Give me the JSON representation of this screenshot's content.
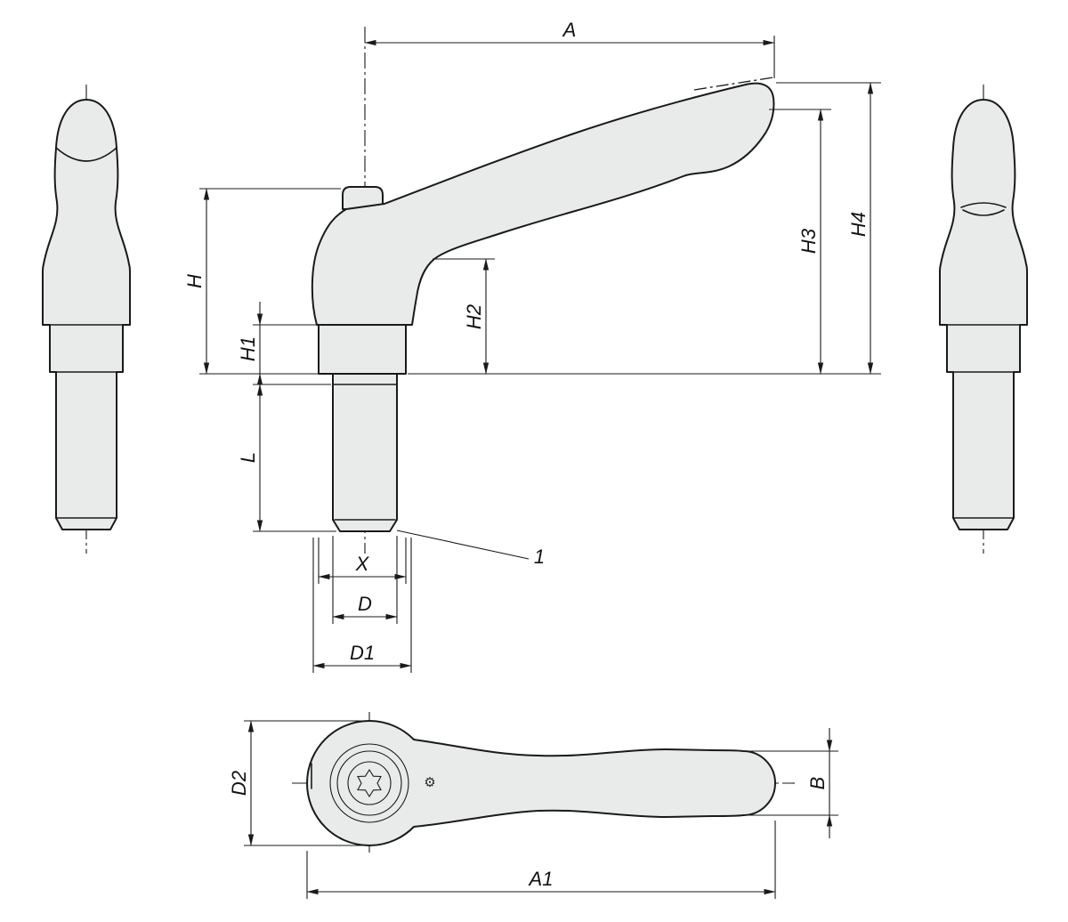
{
  "drawing": {
    "type": "technical-dimension-drawing",
    "subject": "adjustable-clamping-lever",
    "views": [
      "front-view-left",
      "main-side-view",
      "front-view-right",
      "top-plan-view"
    ]
  },
  "dimensions": {
    "A": "A",
    "H": "H",
    "H1": "H1",
    "H2": "H2",
    "H3": "H3",
    "H4": "H4",
    "L": "L",
    "X": "X",
    "D": "D",
    "D1": "D1",
    "D2": "D2",
    "B": "B",
    "A1": "A1"
  },
  "callouts": {
    "item1": "1"
  },
  "icons": {
    "hub_stamp": "⚙"
  },
  "colors": {
    "line": "#1a1a1a",
    "part_fill": "#e9ebea",
    "background": "#ffffff"
  }
}
